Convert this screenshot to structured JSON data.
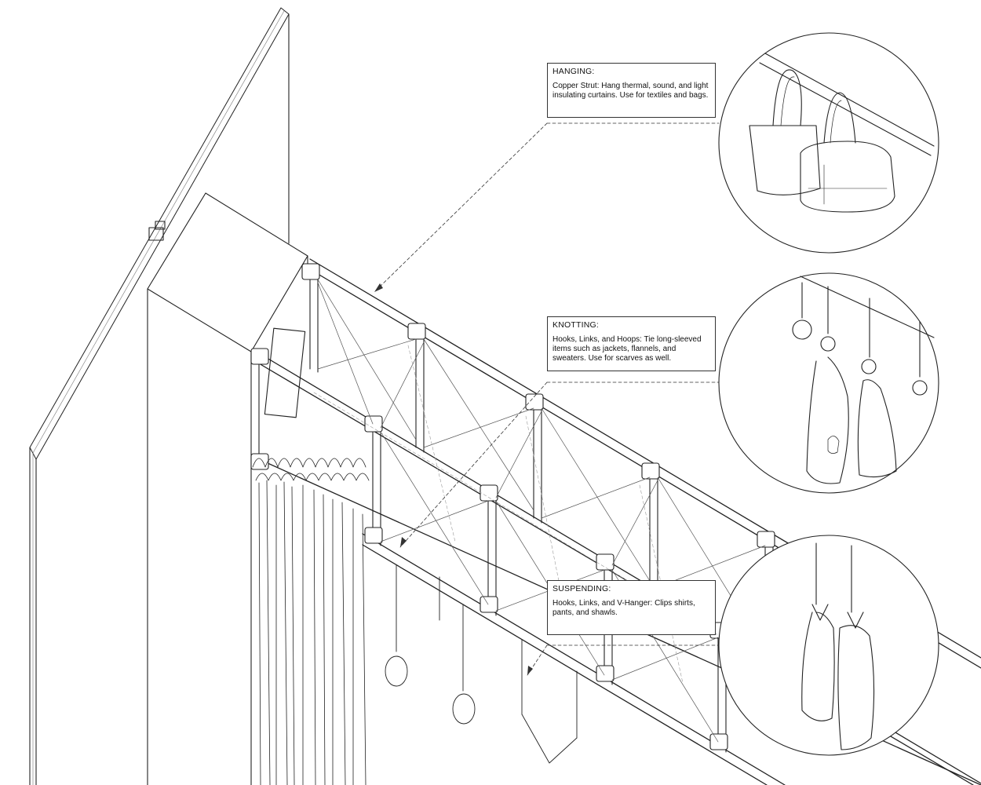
{
  "callouts": {
    "hanging": {
      "title": "HANGING:",
      "body": "Copper Strut: Hang thermal, sound, and light insulating curtains. Use for textiles and bags."
    },
    "knotting": {
      "title": "KNOTTING:",
      "body": "Hooks, Links, and Hoops: Tie long-sleeved items such as jackets, flannels, and sweaters. Use for scarves as well."
    },
    "suspending": {
      "title": "SUSPENDING:",
      "body": "Hooks, Links, and V-Hanger: Clips shirts, pants, and shawls."
    }
  },
  "colors": {
    "line": "#222222",
    "thin": "#555555",
    "dash": "#999999",
    "background": "#ffffff"
  }
}
